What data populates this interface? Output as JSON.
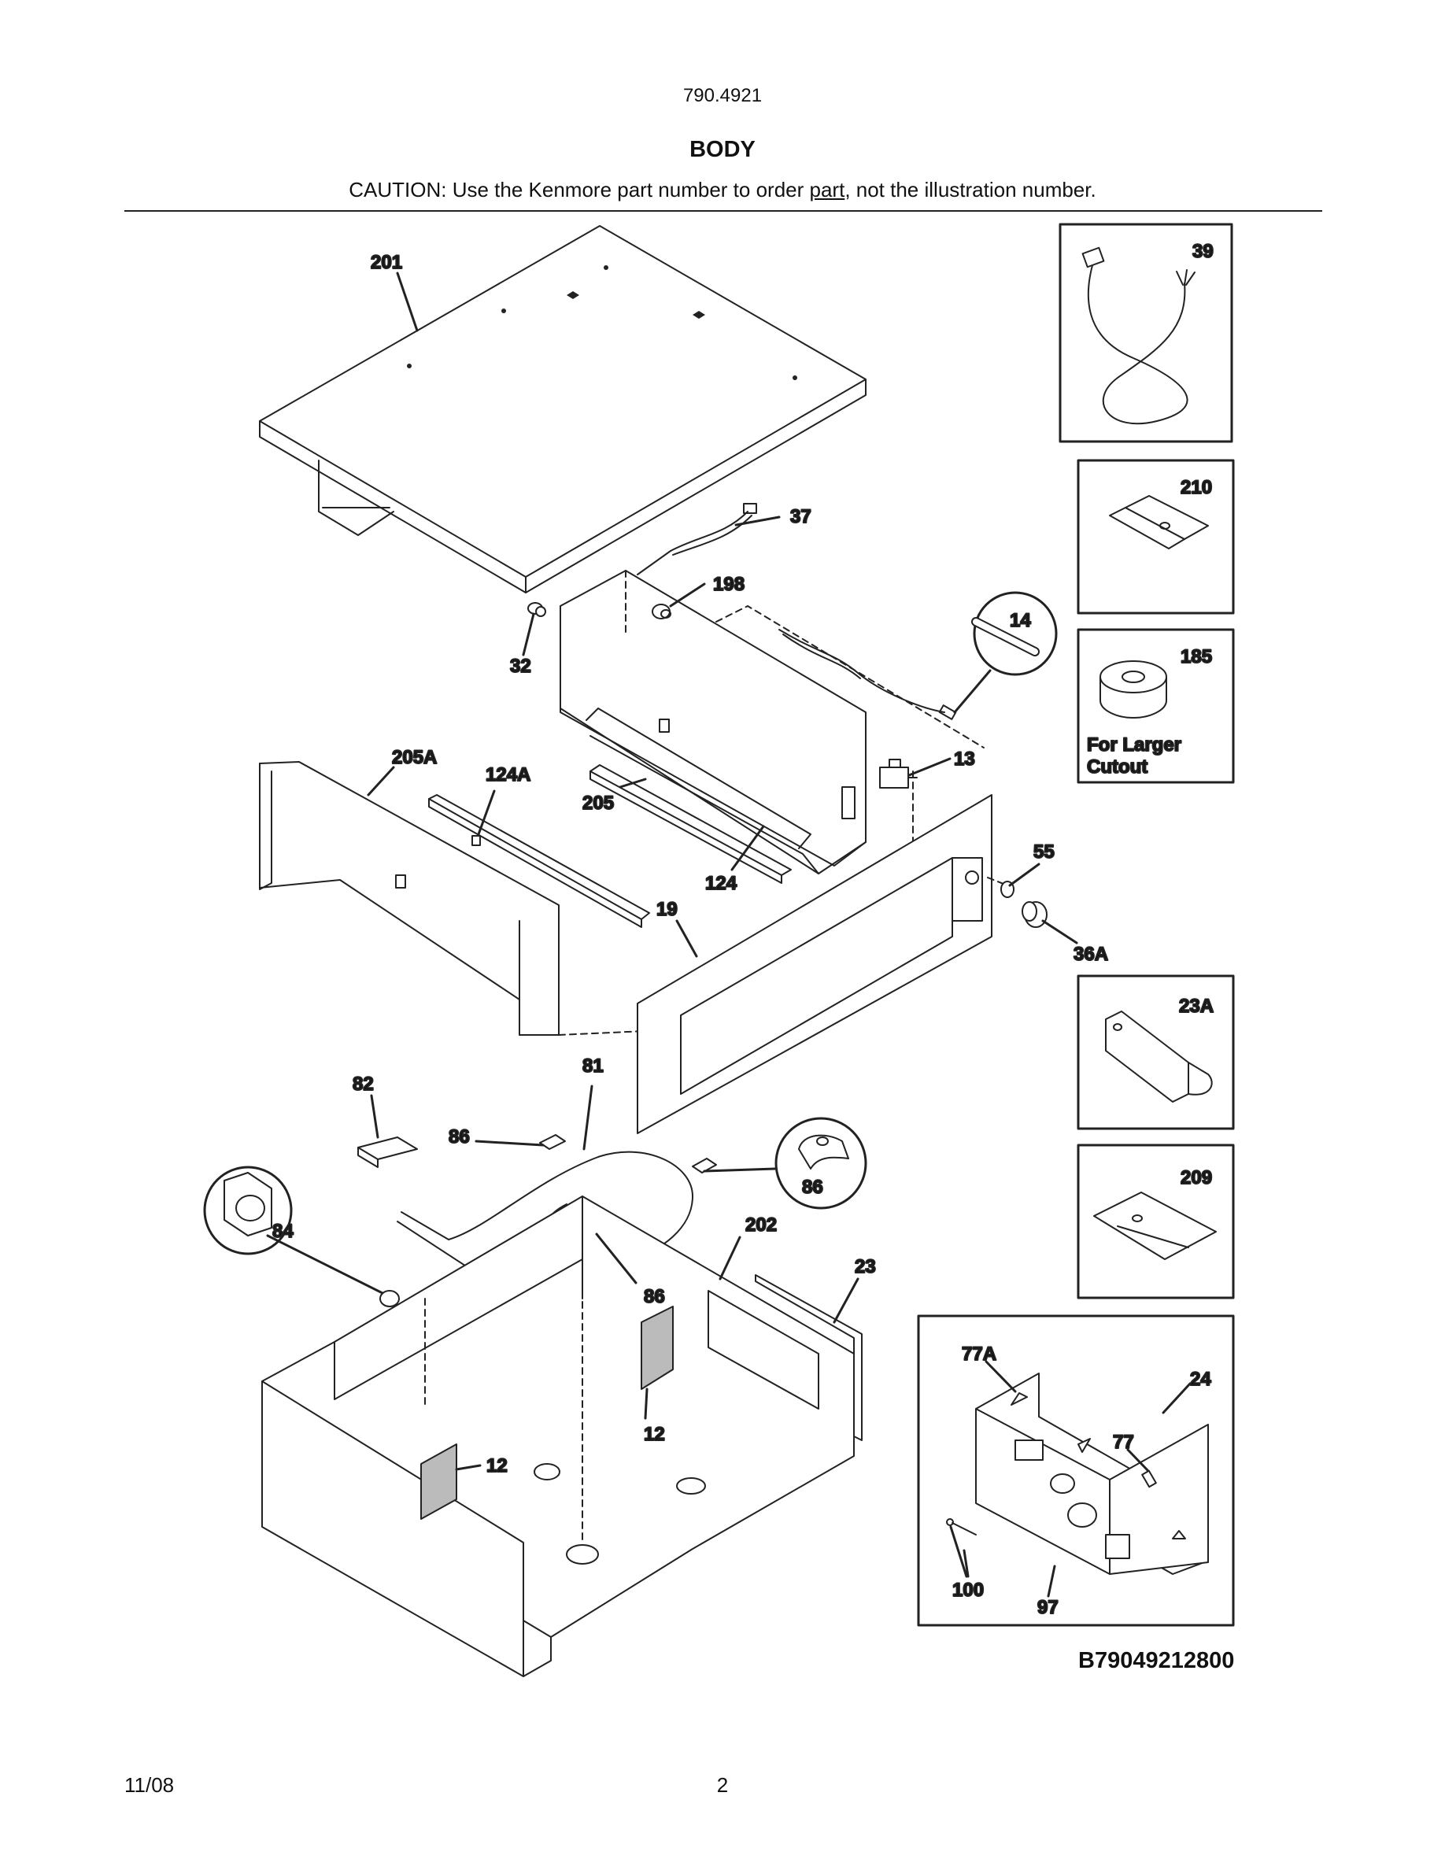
{
  "header": {
    "model": "790.4921",
    "title": "BODY",
    "caution_before": "CAUTION: Use the Kenmore part number to order ",
    "caution_underlined": "part",
    "caution_after": ", not the illustration number."
  },
  "callouts": {
    "p201": "201",
    "p37": "37",
    "p198": "198",
    "p32": "32",
    "p14": "14",
    "p13": "13",
    "p205A": "205A",
    "p124A": "124A",
    "p205": "205",
    "p124": "124",
    "p19": "19",
    "p55": "55",
    "p36A": "36A",
    "p82": "82",
    "p81": "81",
    "p86a": "86",
    "p86b": "86",
    "p86c": "86",
    "p84": "84",
    "p202": "202",
    "p23": "23",
    "p12a": "12",
    "p12b": "12"
  },
  "insets": {
    "i39": "39",
    "i210": "210",
    "i185": "185",
    "i185_note_line1": "For Larger",
    "i185_note_line2": "Cutout",
    "i23A": "23A",
    "i209": "209",
    "i24": {
      "p77A": "77A",
      "p24": "24",
      "p77": "77",
      "p100": "100",
      "p97": "97"
    }
  },
  "footer": {
    "diagram_code": "B79049212800",
    "date": "11/08",
    "page_number": "2"
  }
}
